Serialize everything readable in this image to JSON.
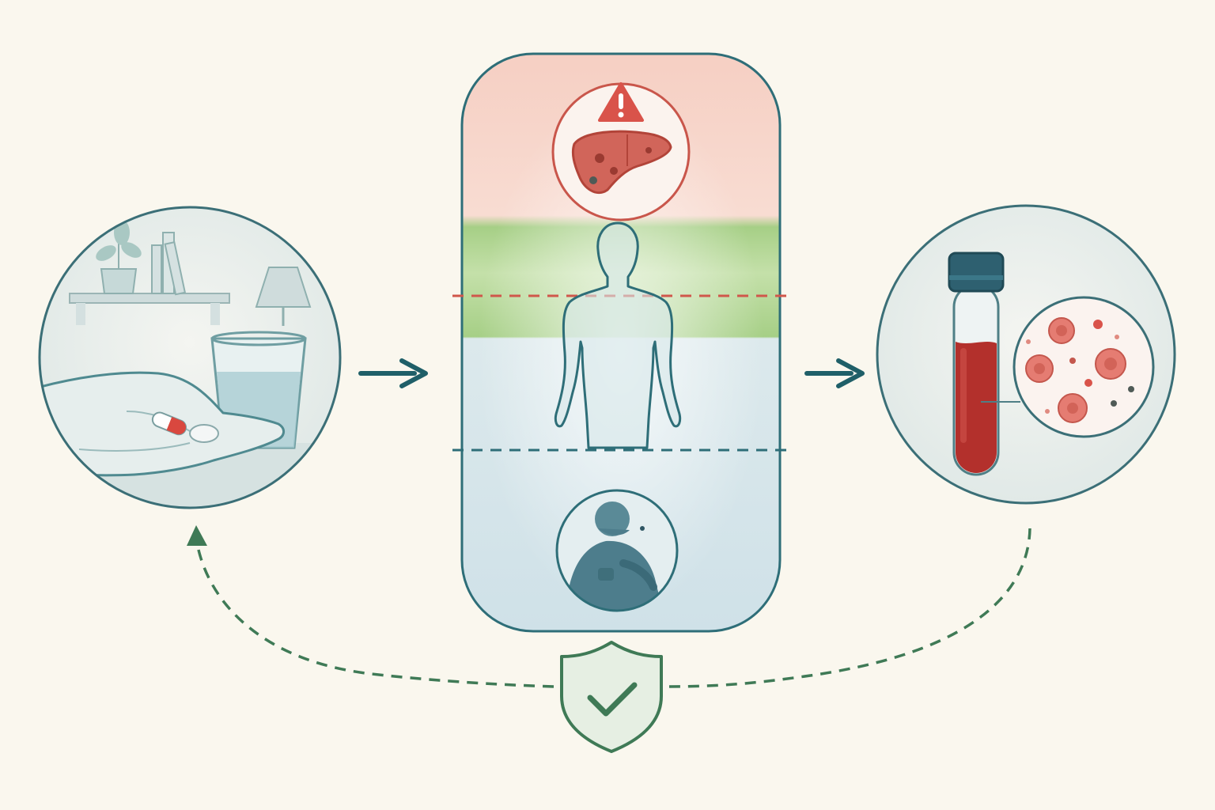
{
  "diagram": {
    "steps": [
      {
        "id": "take-medication",
        "icon": "hand-with-pills-and-water-glass-icon"
      },
      {
        "id": "body-response",
        "icon": "body-silhouette-with-risk-zones-icon",
        "zones": [
          {
            "name": "danger",
            "icon": "liver-warning-icon",
            "color": "#f4c9bd"
          },
          {
            "name": "therapeutic",
            "icon": "body-silhouette-icon",
            "color": "#a9d08a"
          },
          {
            "name": "below",
            "icon": "person-in-pain-icon",
            "color": "#d6e5ea"
          }
        ]
      },
      {
        "id": "blood-test",
        "icon": "blood-tube-with-magnifier-icon"
      }
    ],
    "feedback_icon": "shield-check-icon",
    "colors": {
      "background": "#faf7ee",
      "outline": "#2e6e78",
      "arrow": "#1f5f68",
      "danger": "#d0574b",
      "safe": "#3f7a56",
      "blood": "#b3302c"
    }
  }
}
